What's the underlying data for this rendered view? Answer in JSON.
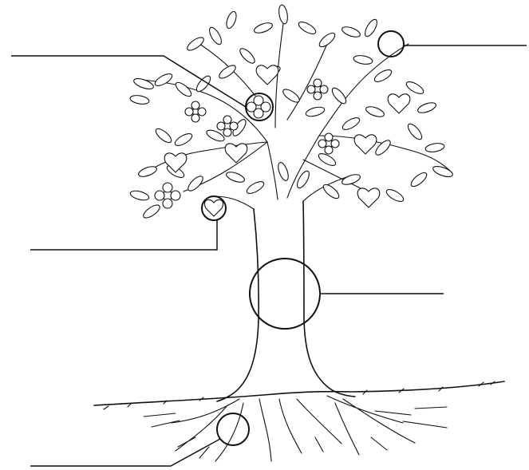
{
  "diagram": {
    "subject": "tree-parts-labeling-worksheet",
    "labels": [
      {
        "id": "leaf",
        "text": ""
      },
      {
        "id": "flower",
        "text": ""
      },
      {
        "id": "fruit",
        "text": ""
      },
      {
        "id": "trunk",
        "text": ""
      },
      {
        "id": "roots",
        "text": ""
      }
    ],
    "colors": {
      "ink": "#111111",
      "background": "#ffffff"
    }
  }
}
